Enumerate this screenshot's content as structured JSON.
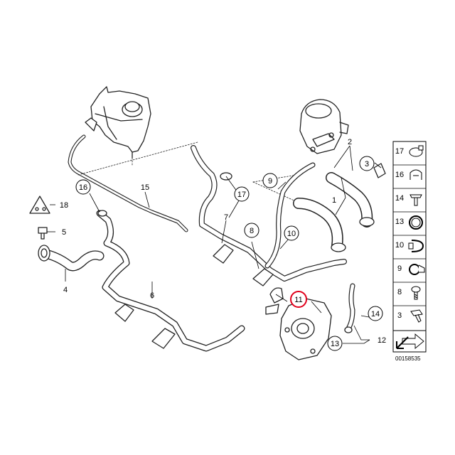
{
  "diagram": {
    "catalog_id": "00158535",
    "highlight_color": "#e0001b",
    "callouts": [
      {
        "id": "c1",
        "label": "1",
        "circled": false
      },
      {
        "id": "c2",
        "label": "2",
        "circled": false
      },
      {
        "id": "c3",
        "label": "3",
        "circled": true
      },
      {
        "id": "c4",
        "label": "4",
        "circled": false
      },
      {
        "id": "c5",
        "label": "5",
        "circled": false
      },
      {
        "id": "c6",
        "label": "6",
        "circled": false
      },
      {
        "id": "c7",
        "label": "7",
        "circled": false
      },
      {
        "id": "c8",
        "label": "8",
        "circled": true
      },
      {
        "id": "c9",
        "label": "9",
        "circled": true
      },
      {
        "id": "c10",
        "label": "10",
        "circled": true
      },
      {
        "id": "c11",
        "label": "11",
        "circled": true,
        "highlighted": true
      },
      {
        "id": "c12",
        "label": "12",
        "circled": false
      },
      {
        "id": "c13",
        "label": "13",
        "circled": true
      },
      {
        "id": "c14",
        "label": "14",
        "circled": true
      },
      {
        "id": "c15",
        "label": "15",
        "circled": false
      },
      {
        "id": "c16",
        "label": "16",
        "circled": true
      },
      {
        "id": "c17",
        "label": "17",
        "circled": true
      },
      {
        "id": "c18",
        "label": "18",
        "circled": false
      }
    ],
    "legend": [
      {
        "label": "17",
        "icon": "hose-clamp-icon"
      },
      {
        "label": "16",
        "icon": "spring-clip-icon"
      },
      {
        "label": "14",
        "icon": "expansion-rivet-icon"
      },
      {
        "label": "13",
        "icon": "o-ring-icon"
      },
      {
        "label": "10",
        "icon": "hose-clip-icon"
      },
      {
        "label": "9",
        "icon": "clamp-icon"
      },
      {
        "label": "8",
        "icon": "screw-icon"
      },
      {
        "label": "3",
        "icon": "hex-bolt-icon"
      }
    ]
  }
}
